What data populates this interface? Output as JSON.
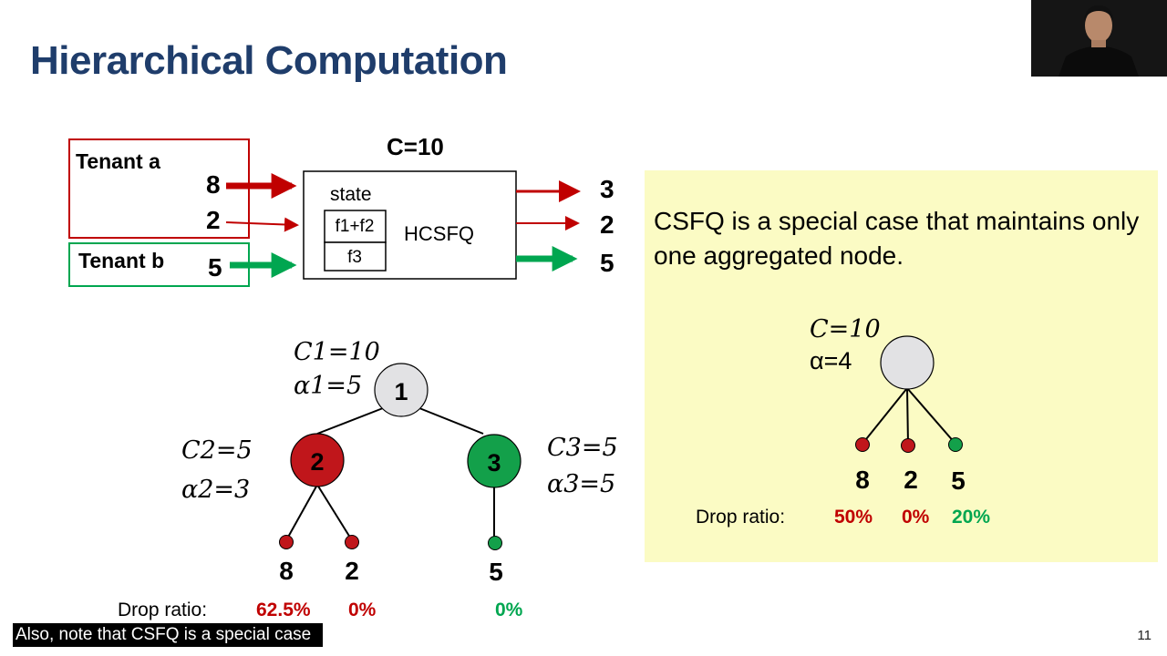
{
  "slide": {
    "title": "Hierarchical Computation",
    "page_number": "11",
    "subtitle": "Also, note that CSFQ is a special case"
  },
  "switch": {
    "capacity_label": "C=10",
    "state_label": "state",
    "flow_group_1": "f1+f2",
    "flow_group_2": "f3",
    "module_label": "HCSFQ"
  },
  "tenants": {
    "a_label": "Tenant a",
    "b_label": "Tenant b",
    "a_flow1_in": "8",
    "a_flow2_in": "2",
    "b_flow_in": "5",
    "a_flow1_out": "3",
    "a_flow2_out": "2",
    "b_flow_out": "5"
  },
  "tree": {
    "root": {
      "id": "1",
      "capacity": "C1=10",
      "alpha": "α1=5"
    },
    "node2": {
      "id": "2",
      "capacity": "C2=5",
      "alpha": "α2=3"
    },
    "node3": {
      "id": "3",
      "capacity": "C3=5",
      "alpha": "α3=5"
    },
    "leaves": [
      "8",
      "2",
      "5"
    ],
    "drop_label": "Drop ratio:",
    "drops": [
      "62.5%",
      "0%",
      "0%"
    ]
  },
  "csfq": {
    "description": "CSFQ is a special case that maintains only one aggregated node.",
    "capacity": "C=10",
    "alpha": "α=4",
    "leaves": [
      "8",
      "2",
      "5"
    ],
    "drop_label": "Drop ratio:",
    "drops": [
      "50%",
      "0%",
      "20%"
    ]
  },
  "colors": {
    "title": "#1f3d6b",
    "red": "#c00000",
    "red_fill": "#c0161b",
    "green": "#00a650",
    "green_fill": "#13a04a",
    "grey_node": "#e2e2e4",
    "callout_bg": "#fbfbc4"
  }
}
